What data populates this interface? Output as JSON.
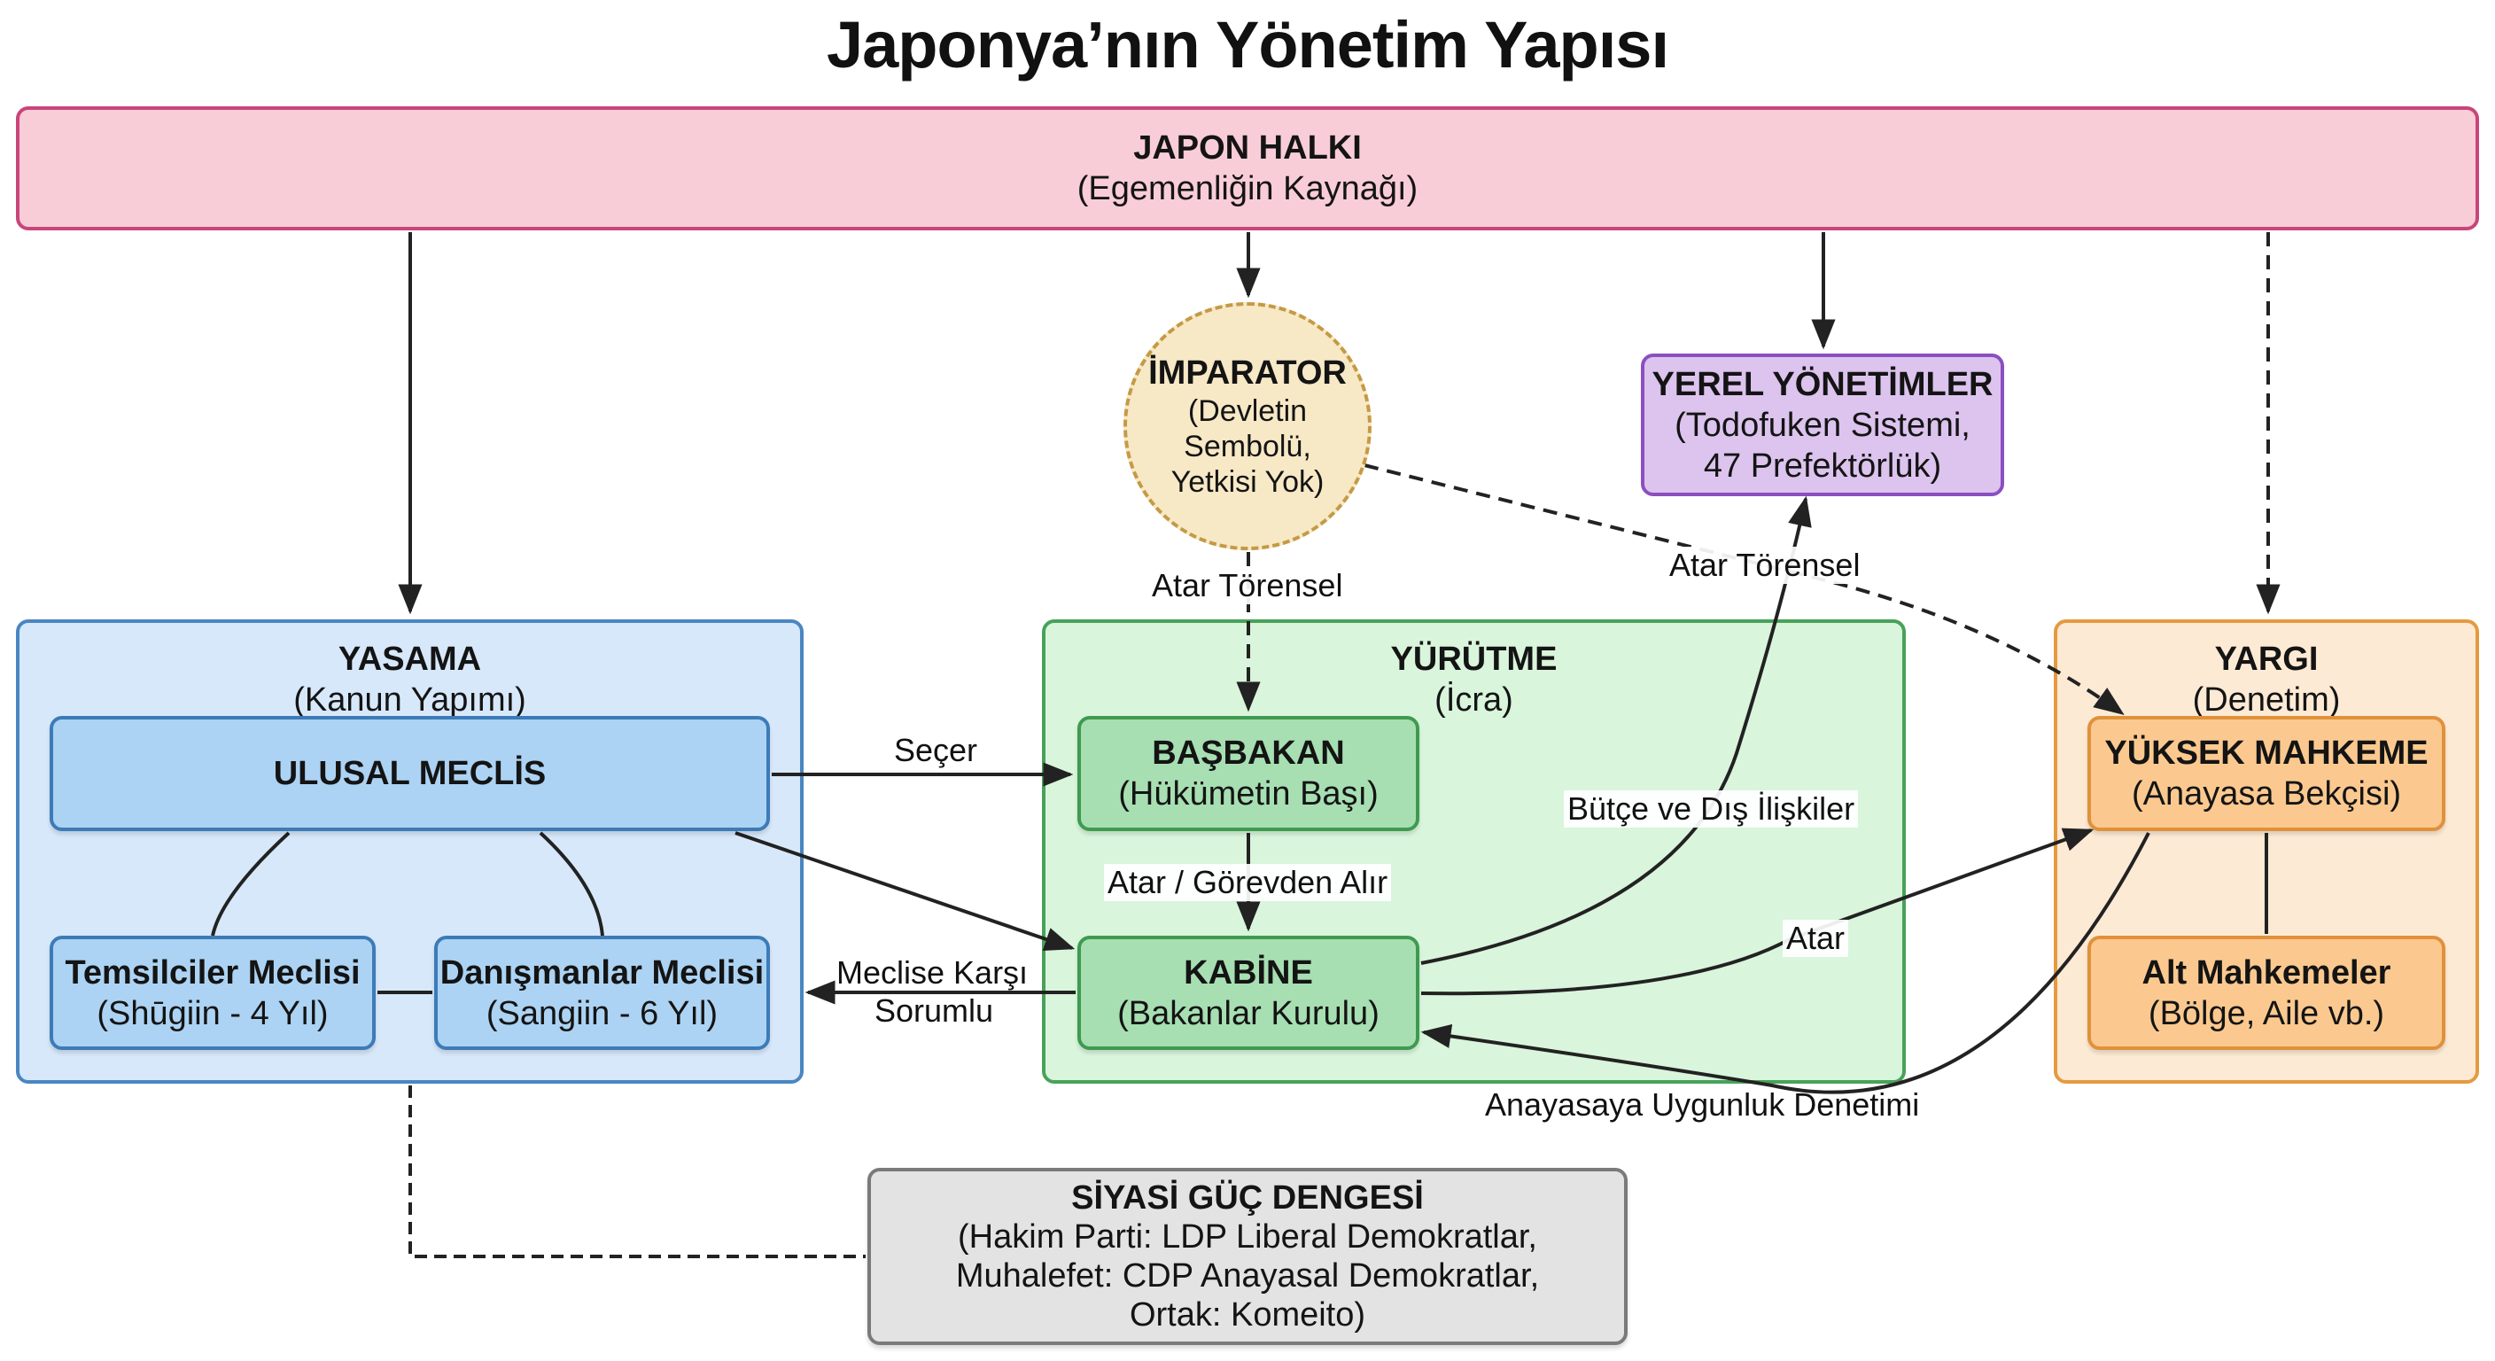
{
  "title": "Japonya’nın Yönetim Yapısı",
  "colors": {
    "people": "#f9cdd7",
    "emperor": "#f7e8c6",
    "local": "#dcc4ee",
    "legislative": "#d7e8fa",
    "executive": "#d9f5dc",
    "judiciary": "#fdead4",
    "politics": "#e3e3e3"
  },
  "people": {
    "title": "JAPON HALKI",
    "subtitle": "(Egemenliğin Kaynağı)"
  },
  "emperor": {
    "title": "İMPARATOR",
    "subtitle_line1": "(Devletin Sembolü,",
    "subtitle_line2": "Yetkisi Yok)"
  },
  "local": {
    "title": "YEREL YÖNETİMLER",
    "subtitle_line1": "(Todofuken Sistemi,",
    "subtitle_line2": "47 Prefektörlük)"
  },
  "legislative": {
    "title": "YASAMA",
    "subtitle": "(Kanun Yapımı)",
    "diet": {
      "title": "ULUSAL MECLİS"
    },
    "lower_house": {
      "title": "Temsilciler Meclisi",
      "subtitle": "(Shūgiin - 4 Yıl)"
    },
    "upper_house": {
      "title": "Danışmanlar Meclisi",
      "subtitle": "(Sangiin - 6 Yıl)"
    }
  },
  "executive": {
    "title": "YÜRÜTME",
    "subtitle": "(İcra)",
    "pm": {
      "title": "BAŞBAKAN",
      "subtitle": "(Hükümetin Başı)"
    },
    "cabinet": {
      "title": "KABİNE",
      "subtitle": "(Bakanlar Kurulu)"
    }
  },
  "judiciary": {
    "title": "YARGI",
    "subtitle": "(Denetim)",
    "supreme": {
      "title": "YÜKSEK MAHKEME",
      "subtitle": "(Anayasa Bekçisi)"
    },
    "lower": {
      "title": "Alt Mahkemeler",
      "subtitle": "(Bölge, Aile vb.)"
    }
  },
  "politics": {
    "title": "SİYASİ GÜÇ DENGESİ",
    "line1": "(Hakim Parti: LDP Liberal Demokratlar,",
    "line2": "Muhalefet: CDP Anayasal Demokratlar,",
    "line3": "Ortak: Komeito)"
  },
  "edge_labels": {
    "emperor_to_pm": "Atar Törensel",
    "emperor_to_supreme": "Atar Törensel",
    "diet_to_pm": "Seçer",
    "pm_to_cabinet": "Atar / Görevden Alır",
    "cabinet_to_diet_line1": "Meclise Karşı",
    "cabinet_to_diet_line2": "Sorumlu",
    "cabinet_to_local": "Bütçe ve Dış İlişkiler",
    "cabinet_to_supreme": "Atar",
    "supreme_to_cabinet": "Anayasaya Uygunluk Denetimi"
  }
}
